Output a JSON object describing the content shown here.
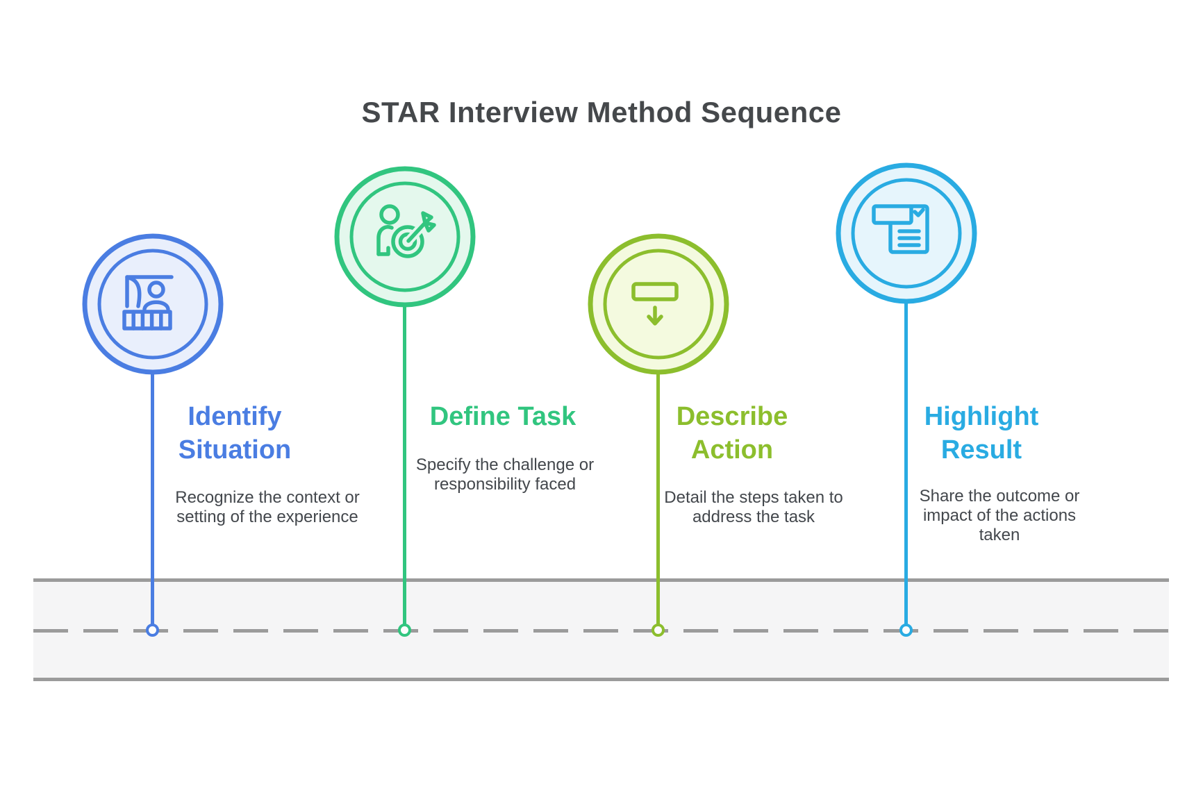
{
  "title": "STAR Interview Method Sequence",
  "colors": {
    "blue": "#4A7DE2",
    "blue_fill": "#E9EFFC",
    "green": "#31C57F",
    "green_fill": "#E4F8ED",
    "lime": "#8CBE2D",
    "lime_fill": "#F4FADF",
    "cyan": "#29ABE2",
    "cyan_fill": "#E6F5FC",
    "road_fill": "#F5F5F6",
    "road_border": "#9B9B9B",
    "title_text": "#45484B",
    "body_text": "#43474C"
  },
  "steps": [
    {
      "title": "Identify Situation",
      "title_lines": [
        "Identify",
        "Situation"
      ],
      "description": "Recognize the context or setting of the experience",
      "desc_lines": [
        "Recognize the context or",
        "setting of the experience"
      ],
      "accent": "#4A7DE2",
      "fill": "#E9EFFC",
      "icon": "stage-person-icon"
    },
    {
      "title": "Define Task",
      "title_lines": [
        "Define Task"
      ],
      "description": "Specify the challenge or responsibility faced",
      "desc_lines": [
        "Specify the challenge or",
        "responsibility faced"
      ],
      "accent": "#31C57F",
      "fill": "#E4F8ED",
      "icon": "person-target-icon"
    },
    {
      "title": "Describe Action",
      "title_lines": [
        "Describe",
        "Action"
      ],
      "description": "Detail the steps taken to address the task",
      "desc_lines": [
        "Detail the steps taken to",
        "address the task"
      ],
      "accent": "#8CBE2D",
      "fill": "#F4FADF",
      "icon": "button-press-icon"
    },
    {
      "title": "Highlight Result",
      "title_lines": [
        "Highlight",
        "Result"
      ],
      "description": "Share the outcome or impact of the actions taken",
      "desc_lines": [
        "Share the outcome or",
        "impact of the actions",
        "taken"
      ],
      "accent": "#29ABE2",
      "fill": "#E6F5FC",
      "icon": "report-checklist-icon"
    }
  ]
}
